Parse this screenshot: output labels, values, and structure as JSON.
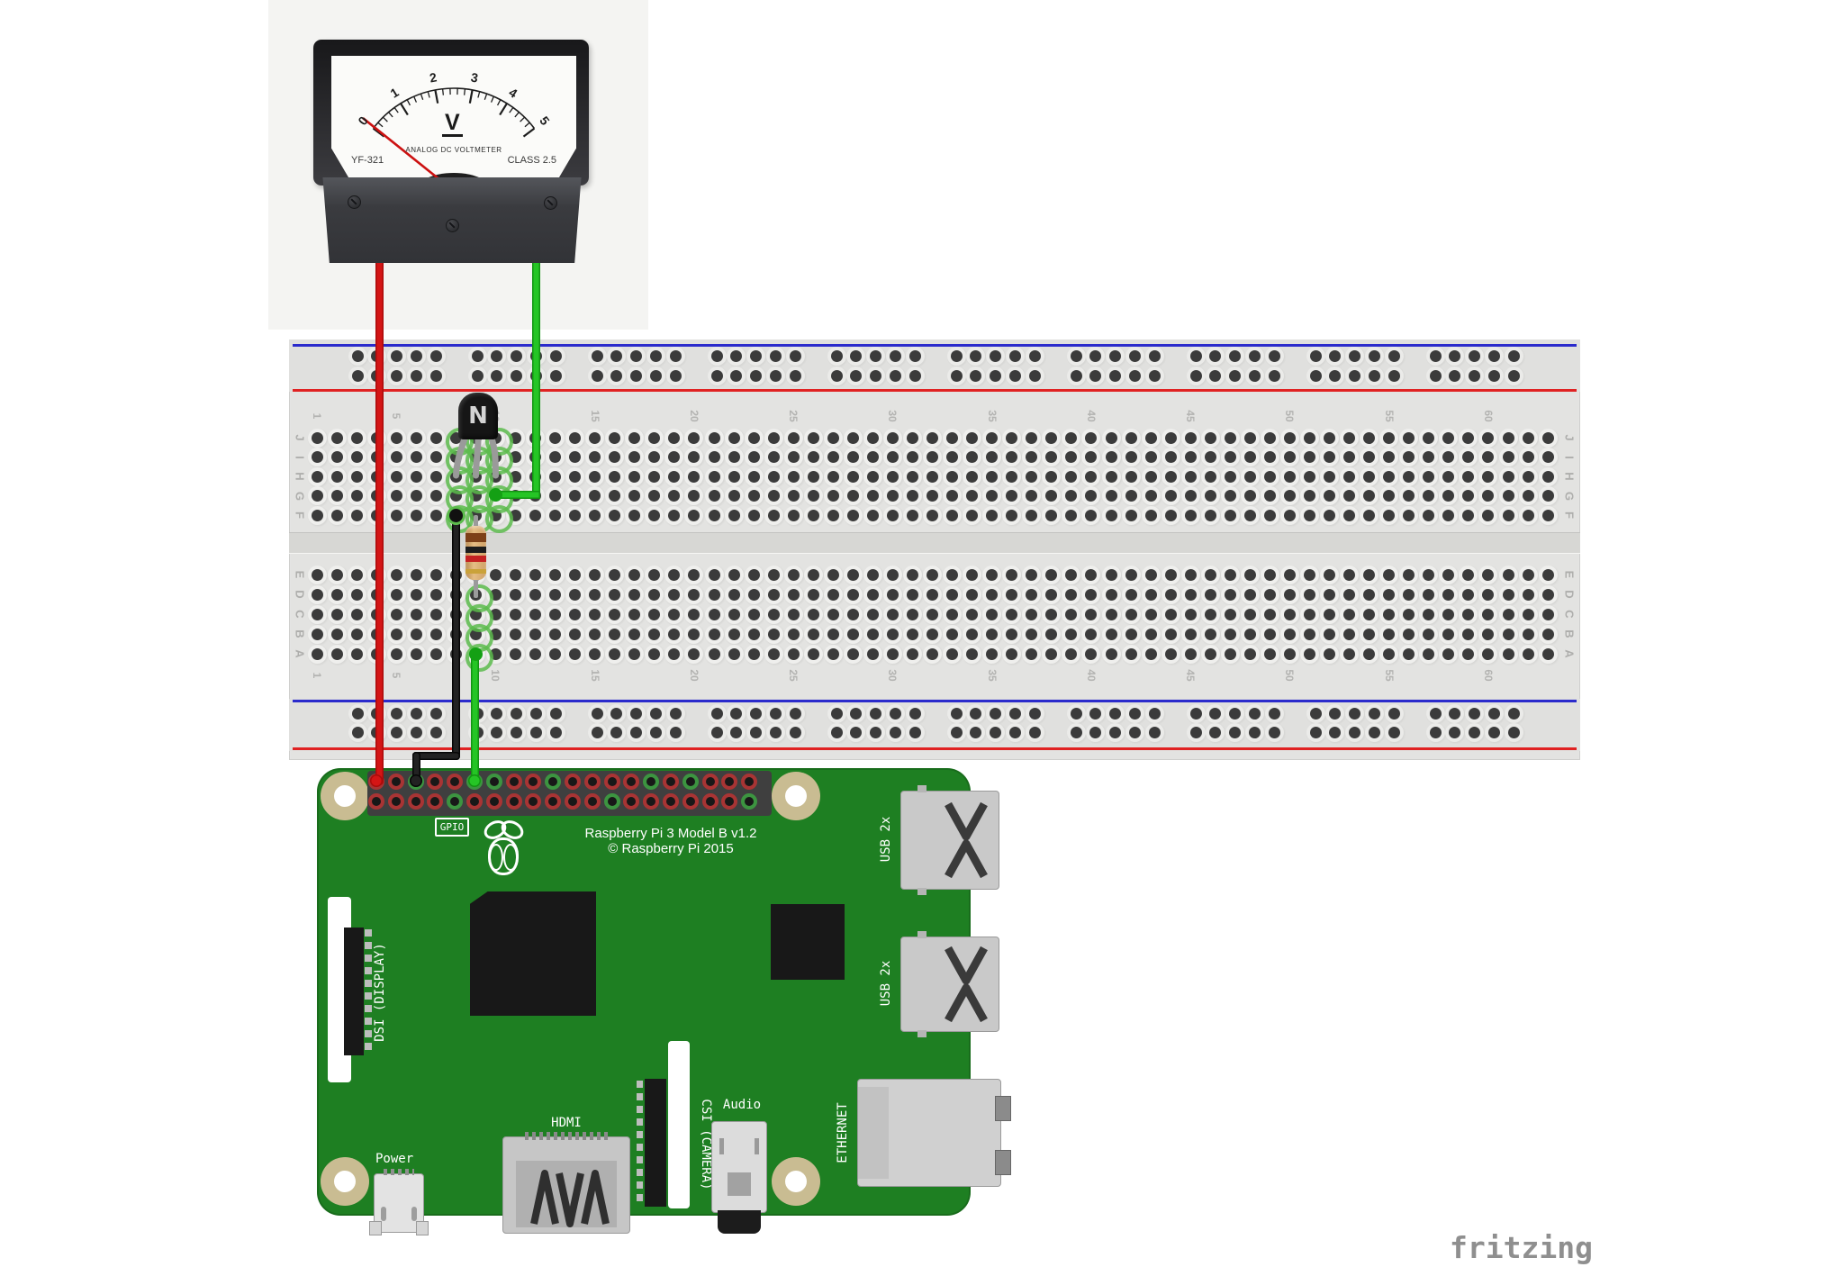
{
  "meter": {
    "model": "YF-321",
    "type_label": "ANALOG DC VOLTMETER",
    "class_label": "CLASS 2.5",
    "unit": "V",
    "scale_ticks": [
      "0",
      "1",
      "2",
      "3",
      "4",
      "5"
    ],
    "needle_value": 0
  },
  "breadboard": {
    "row_labels_top": [
      "J",
      "I",
      "H",
      "G",
      "F"
    ],
    "row_labels_bottom": [
      "E",
      "D",
      "C",
      "B",
      "A"
    ],
    "column_numbers": [
      "1",
      "5",
      "10",
      "15",
      "20",
      "25",
      "30",
      "35",
      "40",
      "45",
      "50",
      "55",
      "60"
    ],
    "highlighted_holes": [
      "J8",
      "J9",
      "J10",
      "I8",
      "I9",
      "I10",
      "H8",
      "H9",
      "H10",
      "G8",
      "G9",
      "G10",
      "F8",
      "F9",
      "F10",
      "D9",
      "C9",
      "B9",
      "A9"
    ]
  },
  "components": {
    "transistor": {
      "marking": "N",
      "type": "NPN transistor"
    },
    "resistor": {
      "bands": [
        "brown",
        "black",
        "red",
        "gold"
      ]
    },
    "wires": [
      {
        "id": "red",
        "color": "#d41515",
        "from": "voltmeter-left-terminal",
        "to": "gpio-pin-1"
      },
      {
        "id": "green-meter",
        "color": "#25c525",
        "from": "voltmeter-right-terminal",
        "to": "breadboard-G10"
      },
      {
        "id": "black",
        "color": "#222222",
        "from": "breadboard-F8",
        "to": "gpio-pin-3"
      },
      {
        "id": "green-gpio",
        "color": "#25c525",
        "from": "breadboard-A9",
        "to": "gpio-pin-6"
      }
    ]
  },
  "pi": {
    "title": "Raspberry Pi 3 Model B v1.2",
    "copyright": "© Raspberry Pi 2015",
    "gpio_label": "GPIO",
    "port_labels": {
      "power": "Power",
      "hdmi": "HDMI",
      "audio": "Audio",
      "ethernet": "ETHERNET",
      "usb_top": "USB 2x",
      "usb_bottom": "USB 2x",
      "dsi": "DSI (DISPLAY)",
      "csi": "CSI (CAMERA)"
    },
    "gpio_top_pins": [
      "red",
      "red",
      "green",
      "red",
      "red",
      "green",
      "green",
      "red",
      "red",
      "green",
      "red",
      "red",
      "red",
      "red",
      "green",
      "red",
      "green",
      "red",
      "red",
      "red"
    ],
    "gpio_bottom_pins": [
      "red",
      "red",
      "red",
      "red",
      "green",
      "red",
      "red",
      "red",
      "red",
      "red",
      "red",
      "red",
      "green",
      "red",
      "red",
      "red",
      "red",
      "red",
      "red",
      "green"
    ]
  },
  "watermark": "fritzing",
  "colors": {
    "wire_red": "#d41515",
    "wire_green": "#25c525",
    "wire_black": "#222222",
    "pi_green": "#1e7f22",
    "breadboard": "#e3e3e1",
    "highlight": "#5cbb4c",
    "rail_red": "#e02222",
    "rail_blue": "#2b2bcc",
    "logo_gray": "#8f8f8f",
    "needle_red": "#cc1111"
  }
}
